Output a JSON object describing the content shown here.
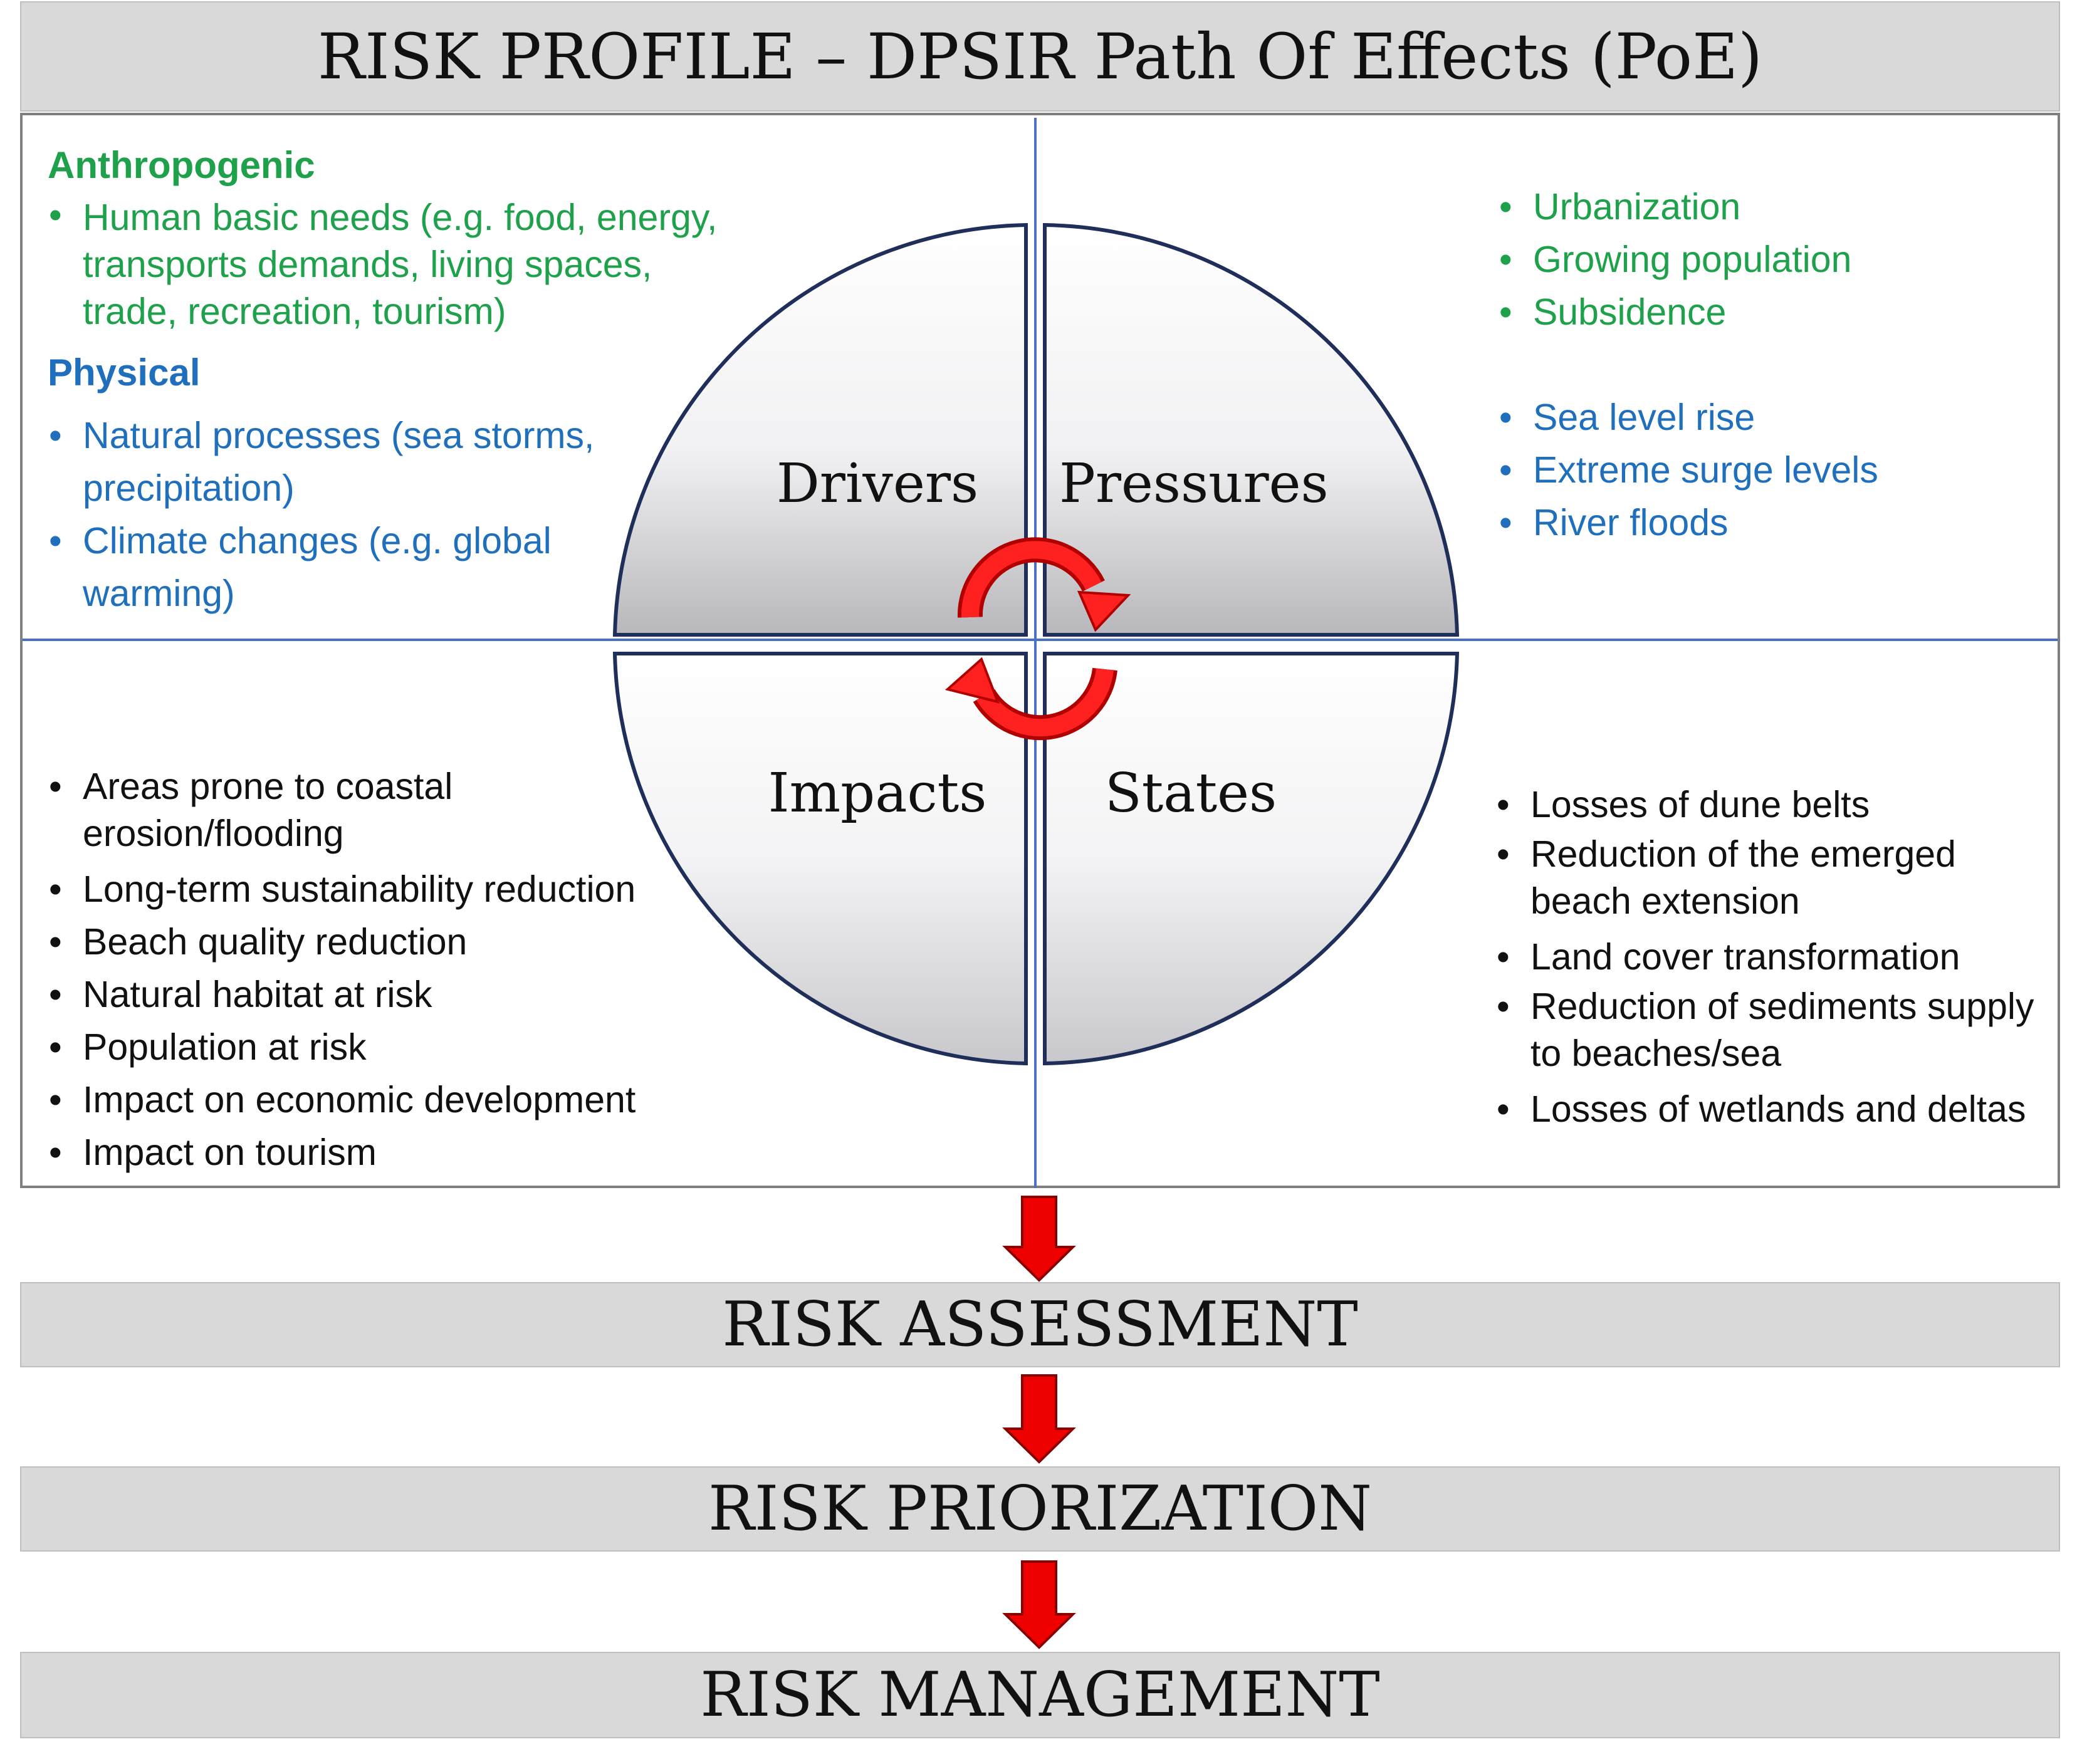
{
  "title": "RISK PROFILE – DPSIR Path Of Effects (PoE)",
  "quadrants": {
    "drivers": "Drivers",
    "pressures": "Pressures",
    "impacts": "Impacts",
    "states": "States"
  },
  "drivers_panel": {
    "anthropogenic_heading": "Anthropogenic",
    "anthropogenic_items": [
      "Human basic needs (e.g. food, energy, transports demands, living spaces, trade,  recreation, tourism)"
    ],
    "physical_heading": "Physical",
    "physical_items": [
      "Natural processes (sea storms, precipitation)",
      "Climate changes (e.g. global warming)"
    ]
  },
  "pressures_panel": {
    "anthropogenic_items": [
      "Urbanization",
      "Growing population",
      "Subsidence"
    ],
    "physical_items": [
      "Sea level rise",
      "Extreme surge levels",
      "River floods"
    ]
  },
  "impacts_panel": {
    "items": [
      "Areas prone to coastal erosion/flooding",
      "Long-term sustainability reduction",
      "Beach quality reduction",
      "Natural habitat at risk",
      "Population at risk",
      "Impact on economic development",
      "Impact on tourism"
    ]
  },
  "states_panel": {
    "items": [
      "Losses of dune belts",
      "Reduction of the emerged beach extension",
      "Land cover transformation",
      "Reduction of sediments supply to beaches/sea",
      "Losses of wetlands and deltas"
    ]
  },
  "stages": [
    "RISK ASSESSMENT",
    "RISK PRIORIZATION",
    "RISK MANAGEMENT"
  ],
  "colors": {
    "anthropogenic": "#1ea14a",
    "physical": "#1f6fbd",
    "arrow": "#e00000",
    "circle_outline": "#1f2f5a",
    "axis": "#4a72c4",
    "bar": "#d9d9d9"
  }
}
